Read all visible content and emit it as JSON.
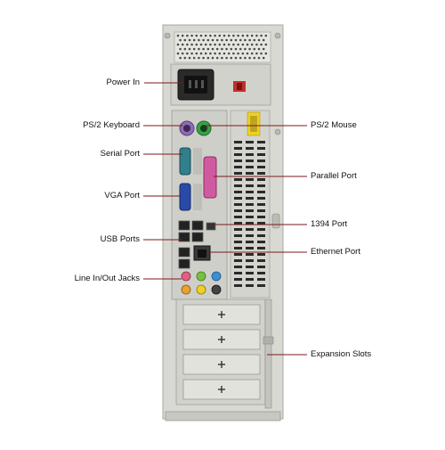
{
  "diagram": {
    "labels_left": [
      {
        "id": "power-in",
        "text": "Power In"
      },
      {
        "id": "ps2-keyboard",
        "text": "PS/2 Keyboard"
      },
      {
        "id": "serial-port",
        "text": "Serial Port"
      },
      {
        "id": "vga-port",
        "text": "VGA Port"
      },
      {
        "id": "usb-ports",
        "text": "USB Ports"
      },
      {
        "id": "line-in-out-jacks",
        "text": "Line In/Out Jacks"
      }
    ],
    "labels_right": [
      {
        "id": "ps2-mouse",
        "text": "PS/2 Mouse"
      },
      {
        "id": "parallel-port",
        "text": "Parallel Port"
      },
      {
        "id": "1394-port",
        "text": "1394 Port"
      },
      {
        "id": "ethernet-port",
        "text": "Ethernet Port"
      },
      {
        "id": "expansion-slots",
        "text": "Expansion Slots"
      }
    ],
    "colors": {
      "chassis": "#d9d9d3",
      "chassis_dark": "#a8a8a2",
      "leader_line": "#7a1a1a",
      "keyboard_port": "#8e6bb5",
      "mouse_port": "#3aa04a",
      "serial_port": "#2f7f8c",
      "vga_port": "#2a4aa8",
      "parallel_port": "#d05aa0",
      "line_in": "#3a8fd0",
      "line_out": "#78c040",
      "mic": "#e06080",
      "sticker": "#f0d020"
    }
  }
}
